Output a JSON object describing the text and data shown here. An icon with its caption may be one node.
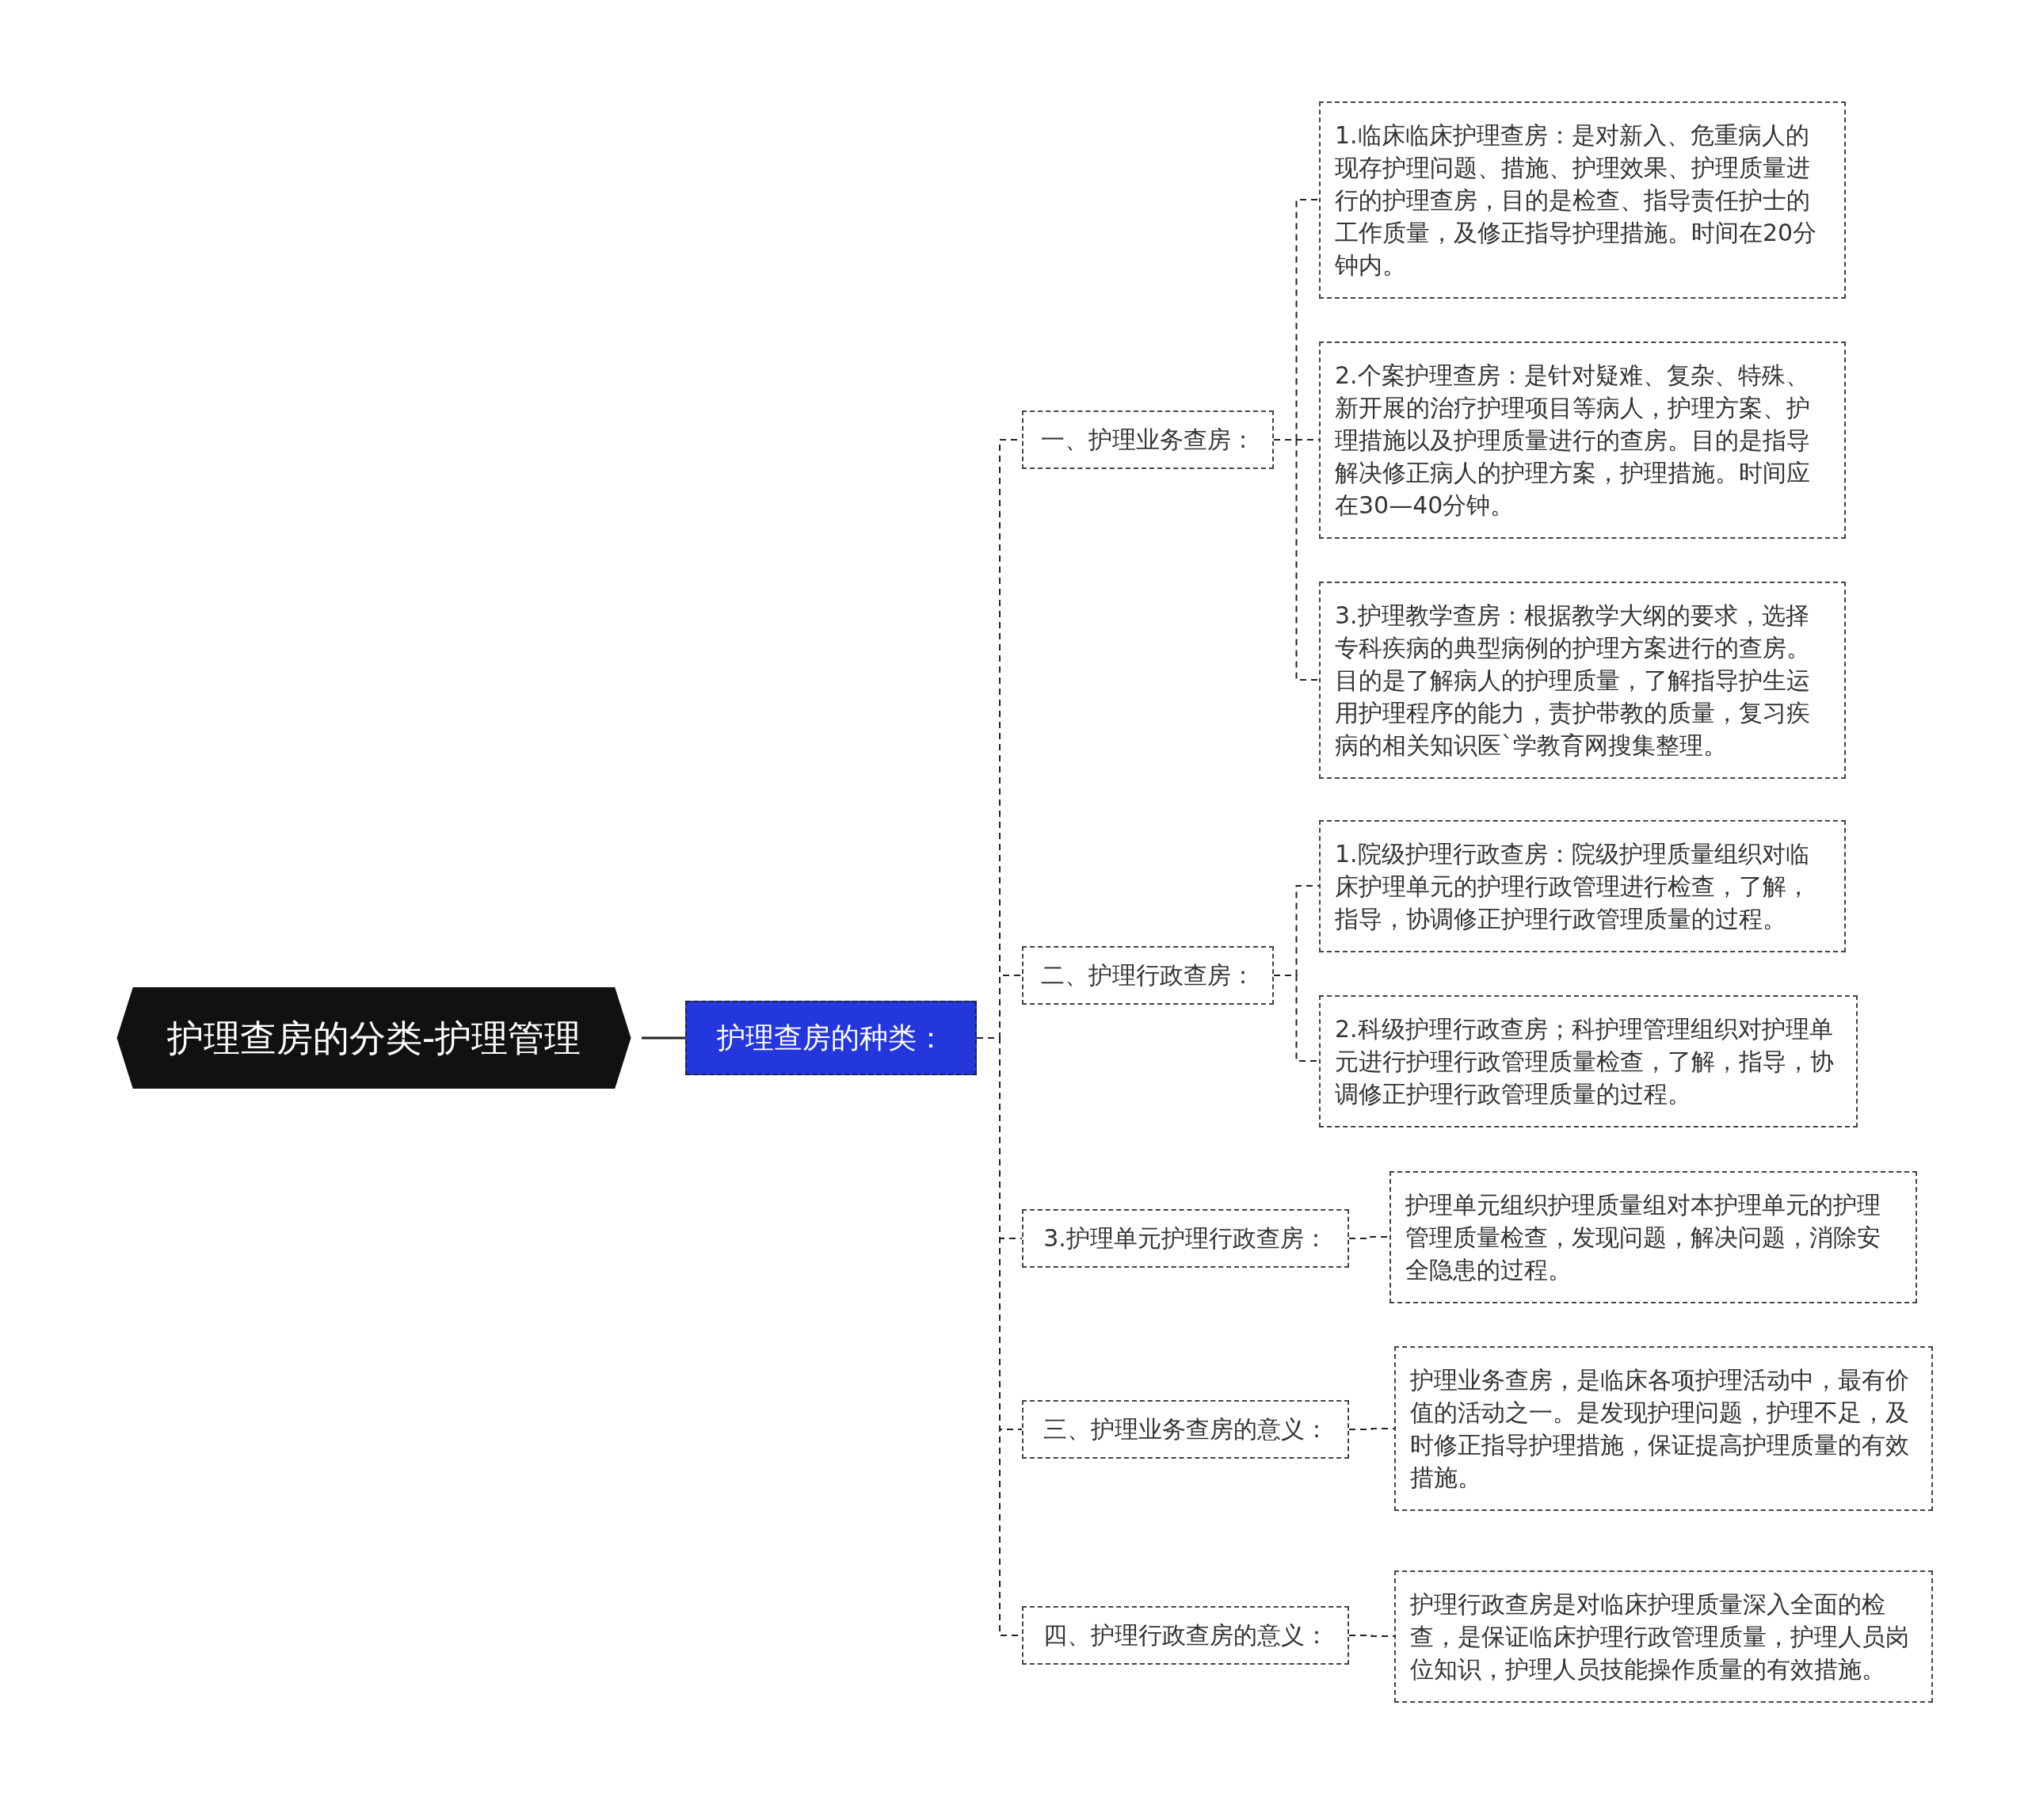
{
  "diagram": {
    "nodes": [
      {
        "text": [
          "护理查房的分类-护理管理"
        ]
      },
      {
        "text": [
          "护理查房的种类："
        ]
      },
      {
        "text": [
          "一、护理业务查房："
        ]
      },
      {
        "text": [
          "1.临床临床护理查房：是对新入、危重病人的现存护理问题、措施、护理效果、护理质量进行的护理查房，目的是检查、指导责任护士的工作质量，及修正指导护理措施。时间在20分钟内。"
        ]
      },
      {
        "text": [
          "2.个案护理查房：是针对疑难、复杂、特殊、新开展的治疗护理项目等病人，护理方案、护理措施以及护理质量进行的查房。目的是指导解决修正病人的护理方案，护理措施。时间应在30—40分钟。"
        ]
      },
      {
        "text": [
          "3.护理教学查房：根据教学大纲的要求，选择专科疾病的典型病例的护理方案进行的查房。目的是了解病人的护理质量，了解指导护生运用护理程序的能力，责护带教的质量，复习疾病的相关知识医`学教育网搜集整理。"
        ]
      },
      {
        "text": [
          "二、护理行政查房："
        ]
      },
      {
        "text": [
          "1.院级护理行政查房：院级护理质量组织对临床护理单元的护理行政管理进行检查，了解，指导，协调修正护理行政管理质量的过程。"
        ]
      },
      {
        "text": [
          "2.科级护理行政查房；科护理管理组织对护理单元进行护理行政管理质量检查，了解，指导，协调修正护理行政管理质量的过程。"
        ]
      },
      {
        "text": [
          "3.护理单元护理行政查房："
        ]
      },
      {
        "text": [
          "护理单元组织护理质量组对本护理单元的护理管理质量检查，发现问题，解决问题，消除安全隐患的过程。"
        ]
      },
      {
        "text": [
          "三、护理业务查房的意义："
        ]
      },
      {
        "text": [
          "护理业务查房，是临床各项护理活动中，最有价值的活动之一。是发现护理问题，护理不足，及时修正指导护理措施，保证提高护理质量的有效措施。"
        ]
      },
      {
        "text": [
          "四、护理行政查房的意义："
        ]
      },
      {
        "text": [
          "护理行政查房是对临床护理质量深入全面的检查，是保证临床护理行政管理质量，护理人员岗位知识，护理人员技能操作质量的有效措施。"
        ]
      }
    ],
    "edges": [
      {
        "from": 0,
        "to": 1,
        "arrow": "none"
      },
      {
        "from": 1,
        "to": 2,
        "arrow": "none",
        "style": "dashed"
      },
      {
        "from": 1,
        "to": 6,
        "arrow": "none",
        "style": "dashed"
      },
      {
        "from": 1,
        "to": 9,
        "arrow": "none",
        "style": "dashed"
      },
      {
        "from": 1,
        "to": 11,
        "arrow": "none",
        "style": "dashed"
      },
      {
        "from": 1,
        "to": 13,
        "arrow": "none",
        "style": "dashed"
      },
      {
        "from": 2,
        "to": 3,
        "arrow": "none",
        "style": "dashed"
      },
      {
        "from": 2,
        "to": 4,
        "arrow": "none",
        "style": "dashed"
      },
      {
        "from": 2,
        "to": 5,
        "arrow": "none",
        "style": "dashed"
      },
      {
        "from": 6,
        "to": 7,
        "arrow": "none",
        "style": "dashed"
      },
      {
        "from": 6,
        "to": 8,
        "arrow": "none",
        "style": "dashed"
      },
      {
        "from": 9,
        "to": 10,
        "arrow": "none",
        "style": "dashed"
      },
      {
        "from": 11,
        "to": 12,
        "arrow": "none",
        "style": "dashed"
      },
      {
        "from": 13,
        "to": 14,
        "arrow": "none",
        "style": "dashed"
      }
    ]
  }
}
